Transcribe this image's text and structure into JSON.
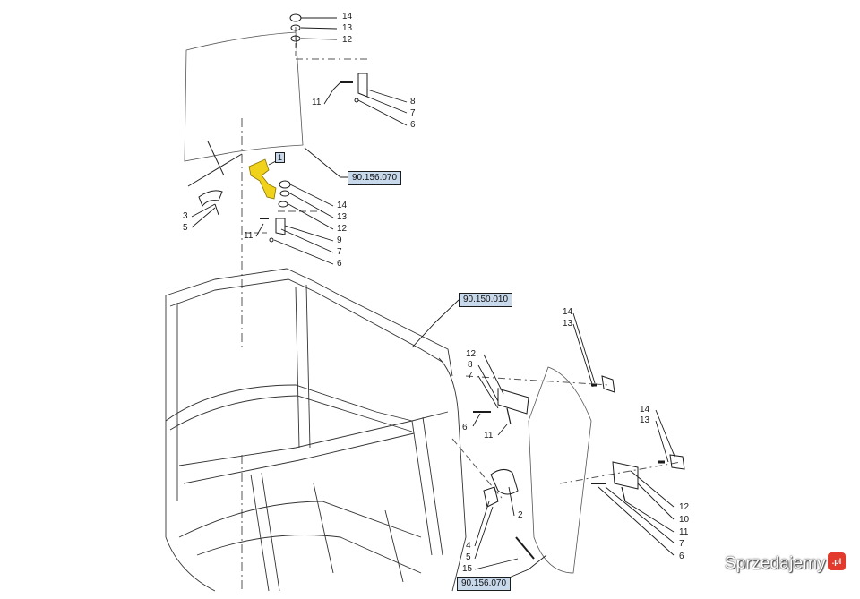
{
  "diagram": {
    "highlight_color": "#f1d21a",
    "ref_box_color": "#c9d9ec",
    "line_color": "#1c1c1c",
    "key_part": "1",
    "references": {
      "r1": "90.156.070",
      "r2": "90.150.010",
      "r3": "90.156.070"
    },
    "callouts": {
      "g1_14": "14",
      "g1_13": "13",
      "g1_12": "12",
      "g2_11": "11",
      "g2_8": "8",
      "g2_7": "7",
      "g2_6": "6",
      "g3_3": "3",
      "g3_5": "5",
      "g4_14": "14",
      "g4_13": "13",
      "g4_12": "12",
      "g4_9": "9",
      "g4_7": "7",
      "g4_6": "6",
      "g4_11": "11",
      "g5_14": "14",
      "g5_13": "13",
      "g6_12": "12",
      "g6_8": "8",
      "g6_7": "7",
      "g6_6": "6",
      "g6_11": "11",
      "g7_14": "14",
      "g7_13": "13",
      "g8_2": "2",
      "g8_4": "4",
      "g8_5": "5",
      "g8_15": "15",
      "g9_12": "12",
      "g9_10": "10",
      "g9_11": "11",
      "g9_7": "7",
      "g9_6": "6"
    }
  },
  "watermark": {
    "text": "Sprzedajemy",
    "suffix": ".pl"
  }
}
